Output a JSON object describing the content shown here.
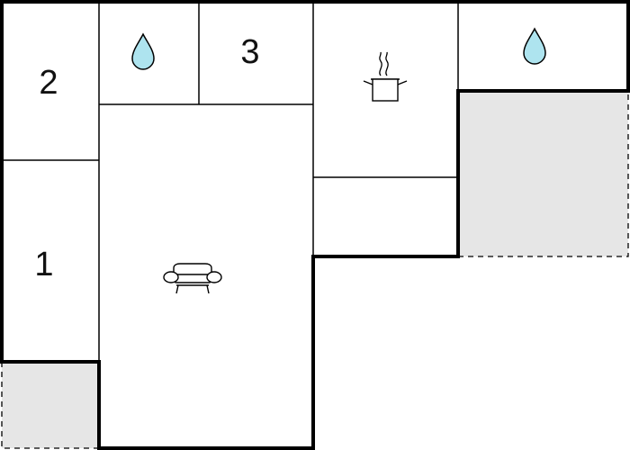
{
  "plan": {
    "rooms": [
      {
        "id": "bedroom-2",
        "label": "2",
        "icon": null
      },
      {
        "id": "bedroom-1",
        "label": "1",
        "icon": null
      },
      {
        "id": "bathroom-left",
        "label": "",
        "icon": "water-drop-icon"
      },
      {
        "id": "bedroom-3",
        "label": "3",
        "icon": null
      },
      {
        "id": "kitchen",
        "label": "",
        "icon": "cooking-pot-icon"
      },
      {
        "id": "bathroom-right",
        "label": "",
        "icon": "water-drop-icon"
      },
      {
        "id": "living-room",
        "label": "",
        "icon": "sofa-icon"
      },
      {
        "id": "hall",
        "label": "",
        "icon": null
      }
    ],
    "outdoor_areas": [
      {
        "id": "terrace-right",
        "style": "dashed"
      },
      {
        "id": "terrace-bottom-left",
        "style": "dashed"
      }
    ]
  },
  "colors": {
    "wall": "#000000",
    "room_fill": "#ffffff",
    "outdoor_fill": "#e6e6e6",
    "water_drop": "#aee4ef"
  }
}
